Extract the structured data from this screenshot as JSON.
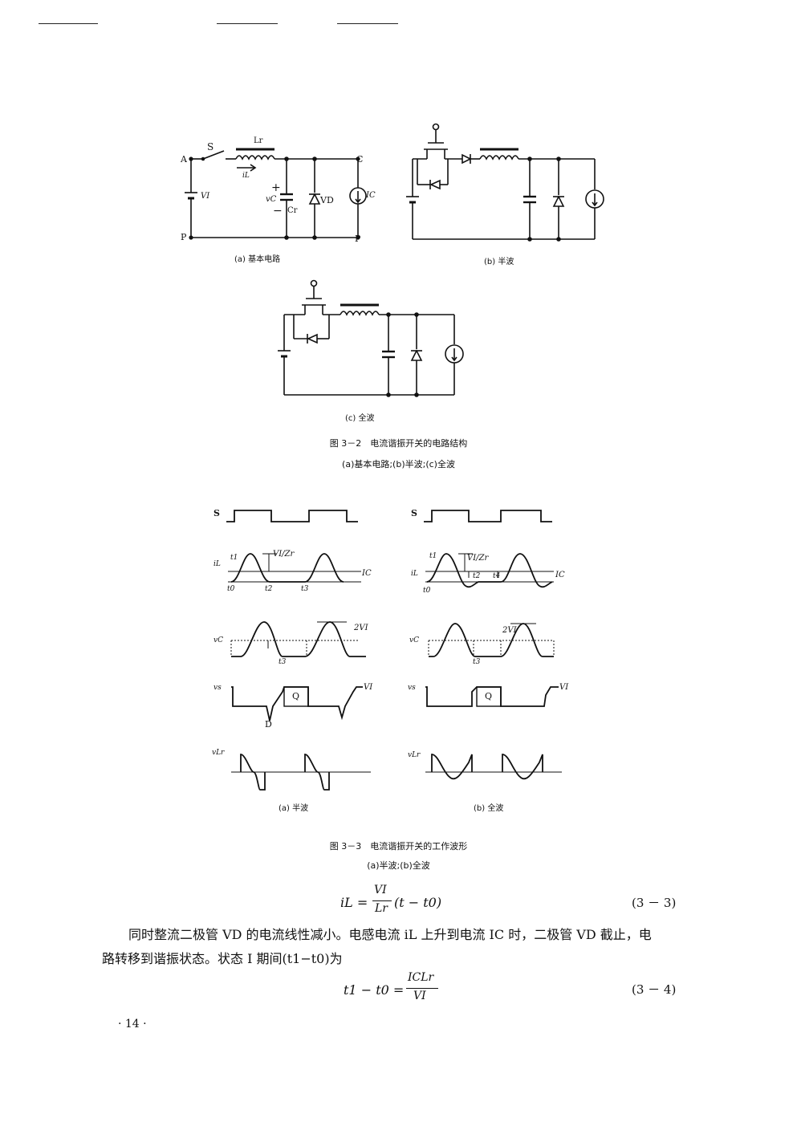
{
  "figure_3_2": {
    "panel_a": {
      "caption": "(a) 基本电路",
      "labels": {
        "switch": "S",
        "node_a": "A",
        "node_c": "C",
        "node_p_left": "P",
        "node_p_right": "P",
        "inductor": "Lr",
        "current": "iL",
        "source": "VI",
        "cap_voltage": "vC",
        "plus": "+",
        "minus": "−",
        "capacitor": "Cr",
        "diode": "VD",
        "current_source": "IC"
      }
    },
    "panel_b": {
      "caption": "(b) 半波"
    },
    "panel_c": {
      "caption": "(c) 全波"
    },
    "title": "图 3－2　电流谐振开关的电路结构",
    "subtitle": "(a)基本电路;(b)半波;(c)全波"
  },
  "figure_3_3": {
    "half": {
      "caption": "(a) 半波",
      "labels": {
        "s": "S",
        "il": "iL",
        "vc": "vC",
        "vs": "vs",
        "vlr": "vLr",
        "t1": "t1",
        "t0": "t0",
        "t2": "t2",
        "t3": "t3",
        "t3b": "t3",
        "peak": "VI/Zr",
        "ic": "IC",
        "twovi": "2VI",
        "q": "Q",
        "d": "D",
        "vi": "VI"
      }
    },
    "full": {
      "caption": "(b) 全波",
      "labels": {
        "s": "S",
        "il": "iL",
        "vc": "vC",
        "vs": "vs",
        "vlr": "vLr",
        "t1": "t1",
        "t0": "t0",
        "t2": "t2",
        "t4": "t4",
        "t3": "t3",
        "peak": "VI/Zr",
        "ic": "IC",
        "twovi": "2VI",
        "q": "Q",
        "vi": "VI"
      }
    },
    "title": "图 3－3　电流谐振开关的工作波形",
    "subtitle": "(a)半波;(b)全波"
  },
  "eq_3_3": {
    "lhs": "iL =",
    "num": "VI",
    "den": "Lr",
    "rhs": "(t − t0)",
    "number": "(3 － 3)"
  },
  "paragraph": {
    "line1": "同时整流二极管 VD 的电流线性减小。电感电流 iL 上升到电流 IC 时，二极管 VD 截止，电",
    "line2": "路转移到谐振状态。状态 I 期间(t1−t0)为"
  },
  "eq_3_4": {
    "lhs": "t1 − t0 =",
    "num": "ICLr",
    "den": "VI",
    "number": "(3 － 4)"
  },
  "page_number": "· 14 ·"
}
